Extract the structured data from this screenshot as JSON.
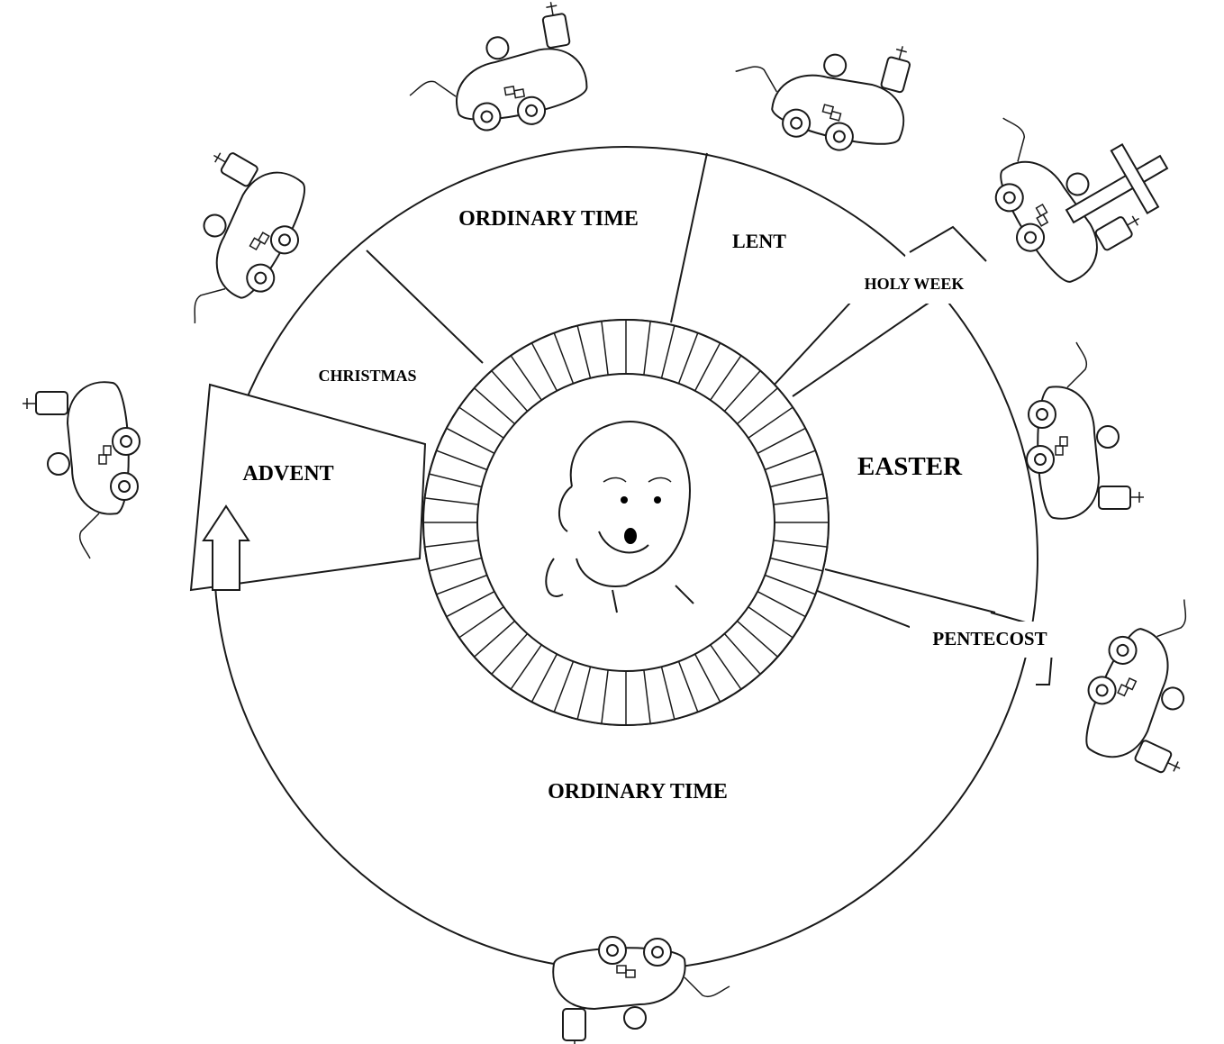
{
  "seasons": {
    "ordinary_time_top": "ORDINARY TIME",
    "lent": "LENT",
    "holy_week": "HOLY WEEK",
    "christmas": "CHRISTMAS",
    "advent": "ADVENT",
    "easter": "EASTER",
    "pentecost": "PENTECOST",
    "ordinary_time_bottom": "ORDINARY TIME"
  },
  "center_illustration": "jesus-face",
  "decorations": [
    "car-icon",
    "car-icon",
    "car-icon",
    "car-icon",
    "car-icon",
    "car-icon",
    "car-icon",
    "car-icon",
    "cross-icon"
  ],
  "colors": {
    "line": "#1a1a1a",
    "background": "#ffffff"
  }
}
